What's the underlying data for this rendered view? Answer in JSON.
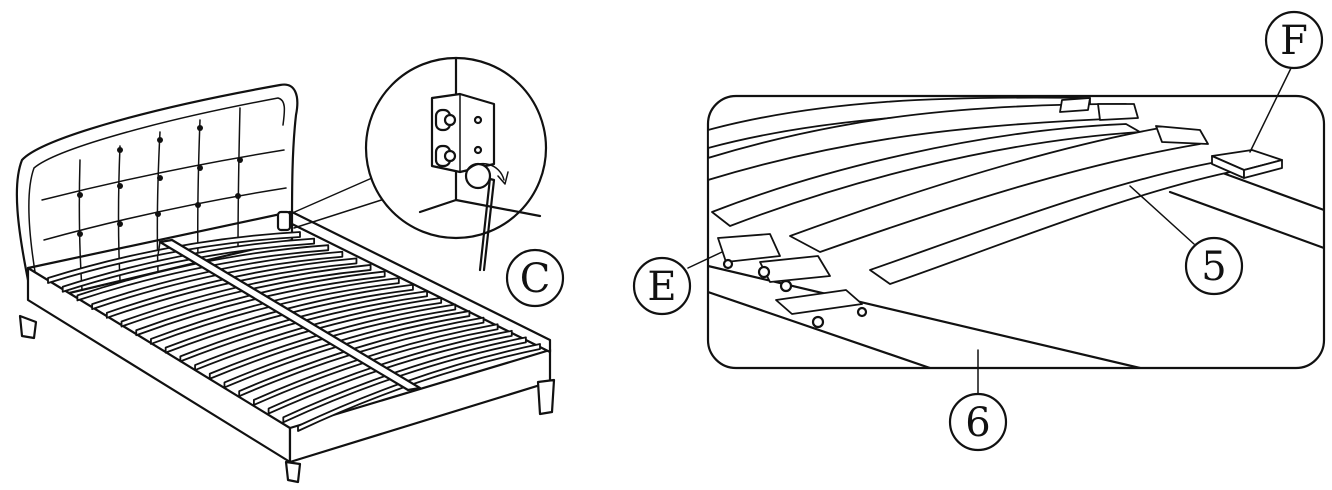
{
  "diagram": {
    "left_panel": {
      "callouts": [
        "C"
      ]
    },
    "right_panel": {
      "callouts": [
        "F",
        "E",
        "5",
        "6"
      ]
    }
  }
}
